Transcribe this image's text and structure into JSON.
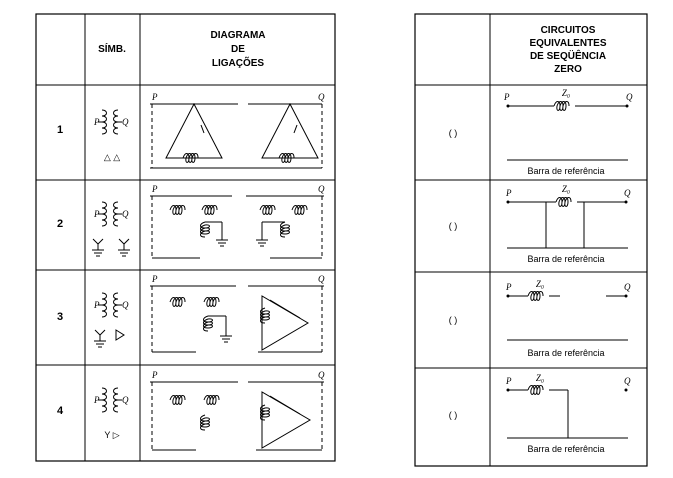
{
  "left_table": {
    "header_symbol": "SÍMB.",
    "header_diagram_lines": [
      "DIAGRAMA",
      "DE",
      "LIGAÇÕES"
    ],
    "rows": [
      {
        "number": "1",
        "symbol_caption": "△ △"
      },
      {
        "number": "2",
        "symbol_caption": ""
      },
      {
        "number": "3",
        "symbol_caption": ""
      },
      {
        "number": "4",
        "symbol_caption": "Y ▷"
      }
    ],
    "terminal_p": "P",
    "terminal_q": "Q"
  },
  "right_table": {
    "header_lines": [
      "CIRCUITOS",
      "EQUIVALENTES",
      "DE SEQÜÊNCIA",
      "ZERO"
    ],
    "rows": [
      {
        "answer": "(   )",
        "impedance": "Z₀",
        "reference": "Barra de referência"
      },
      {
        "answer": "(   )",
        "impedance": "Z₀",
        "reference": "Barra de referência"
      },
      {
        "answer": "(   )",
        "impedance": "Z₀",
        "reference": "Barra de referência"
      },
      {
        "answer": "(   )",
        "impedance": "Z₀",
        "reference": "Barra de referência"
      }
    ],
    "terminal_p": "P",
    "terminal_q": "Q"
  }
}
